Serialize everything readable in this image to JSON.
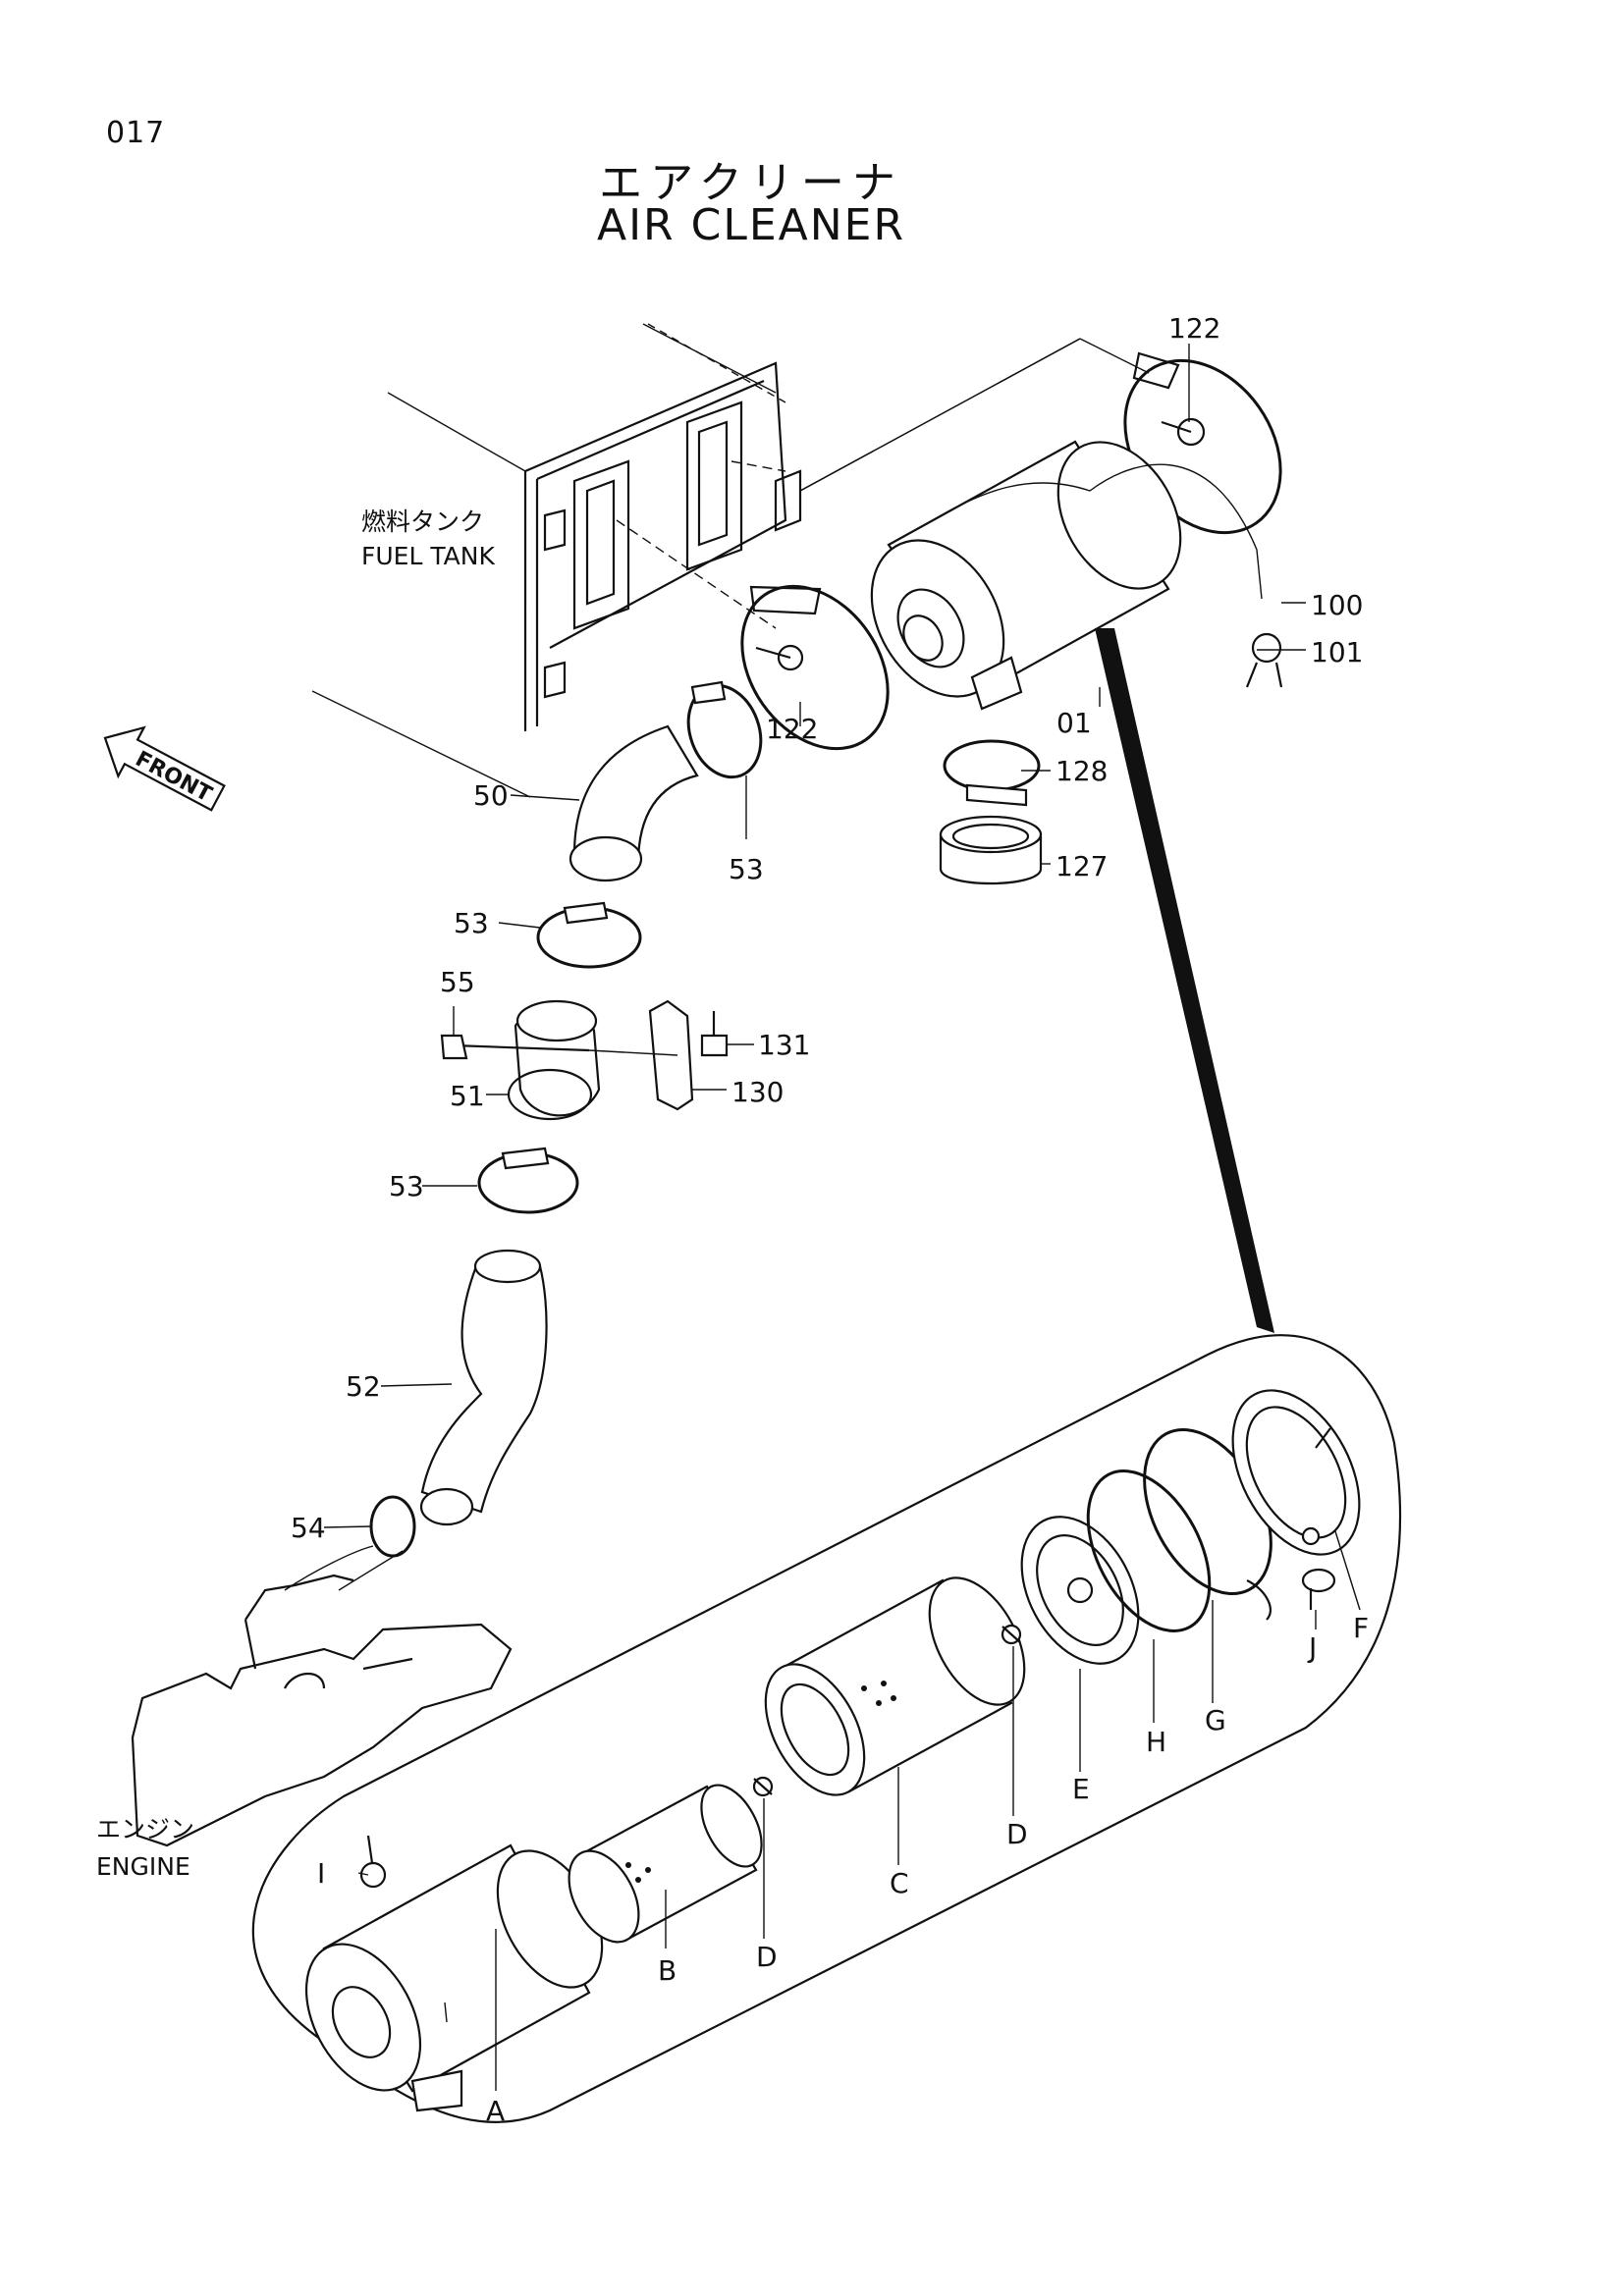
{
  "page_number": "017",
  "title": {
    "ja": "エアクリーナ",
    "en": "AIR CLEANER"
  },
  "annotations": {
    "fuel_tank_ja": "燃料タンク",
    "fuel_tank_en": "FUEL TANK",
    "engine_ja": "エンジン",
    "engine_en": "ENGINE",
    "front": "FRONT"
  },
  "part_numbers": {
    "p122_top": "122",
    "p122_bottom": "122",
    "p100": "100",
    "p101": "101",
    "p01": "01",
    "p128": "128",
    "p127": "127",
    "p50": "50",
    "p53_a": "53",
    "p53_b": "53",
    "p53_c": "53",
    "p55": "55",
    "p131": "131",
    "p51": "51",
    "p130": "130",
    "p52": "52",
    "p54": "54"
  },
  "detail_letters": {
    "A": "A",
    "B": "B",
    "C": "C",
    "D1": "D",
    "D2": "D",
    "E": "E",
    "F": "F",
    "G": "G",
    "H": "H",
    "I": "I",
    "J": "J"
  }
}
